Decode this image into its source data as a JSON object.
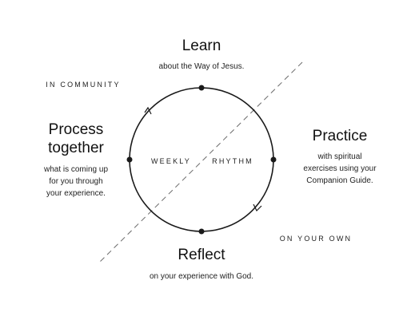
{
  "stages": {
    "learn": {
      "title": "Learn",
      "description": "about the Way of Jesus."
    },
    "practice": {
      "title": "Practice",
      "description": [
        "with spiritual",
        "exercises using your",
        "Companion Guide."
      ]
    },
    "reflect": {
      "title": "Reflect",
      "description": "on your experience with God."
    },
    "process": {
      "title": [
        "Process",
        "together"
      ],
      "description": [
        "what is coming up",
        "for you through",
        "your experience."
      ]
    }
  },
  "center": {
    "left_word": "WEEKLY",
    "right_word": "RHYTHM"
  },
  "regions": {
    "community": "IN COMMUNITY",
    "own": "ON YOUR OWN"
  },
  "colors": {
    "ink": "#1a1a1a",
    "dashed_line": "#6b6b6b",
    "background": "#ffffff"
  }
}
